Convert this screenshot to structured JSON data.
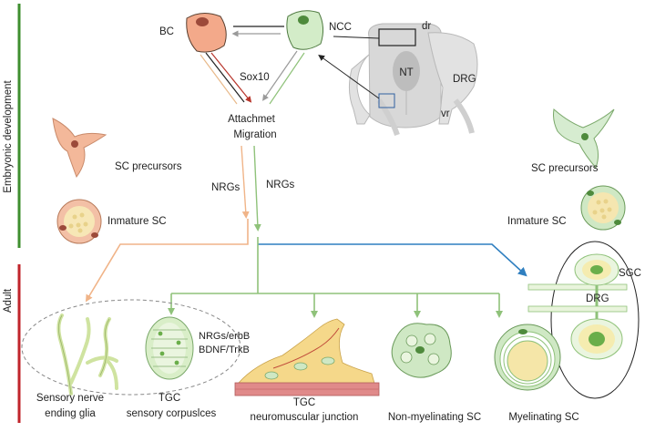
{
  "side_labels": {
    "embryonic": "Embryonic development",
    "adult": "Adult"
  },
  "top": {
    "bc": "BC",
    "ncc": "NCC",
    "sox10": "Sox10",
    "attachment": "Attachmet",
    "migration": "Migration",
    "dr": "dr",
    "nt": "NT",
    "drg": "DRG",
    "vr": "vr"
  },
  "left_column": {
    "sc_precursors": "SC precursors",
    "immature_sc": "Inmature SC",
    "nrgs": "NRGs"
  },
  "center": {
    "nrgs": "NRGs"
  },
  "right_column": {
    "sc_precursors": "SC precursors",
    "immature_sc": "Inmature SC",
    "sgc": "SGC",
    "drg": "DRG"
  },
  "bottom": {
    "sensory_nerve_line1": "Sensory nerve",
    "sensory_nerve_line2": "ending glia",
    "tgc_corpuscles_line1": "TGC",
    "tgc_corpuscles_line2": "sensory corpuslces",
    "nrgs_erbb": "NRGs/erbB",
    "bdnf_trkb": "BDNF/TrkB",
    "tgc_nmj_line1": "TGC",
    "tgc_nmj_line2": "neuromuscular junction",
    "non_myelinating": "Non-myelinating SC",
    "myelinating": "Myelinating SC"
  },
  "colors": {
    "embryonic_bar": "#3f8f2f",
    "adult_bar": "#c0242b",
    "green_arrow": "#8fc27a",
    "orange_arrow": "#f0b488",
    "blue_arrow": "#2f7fc0",
    "bc_fill": "#f3a98a",
    "ncc_fill": "#d3ecc8"
  }
}
